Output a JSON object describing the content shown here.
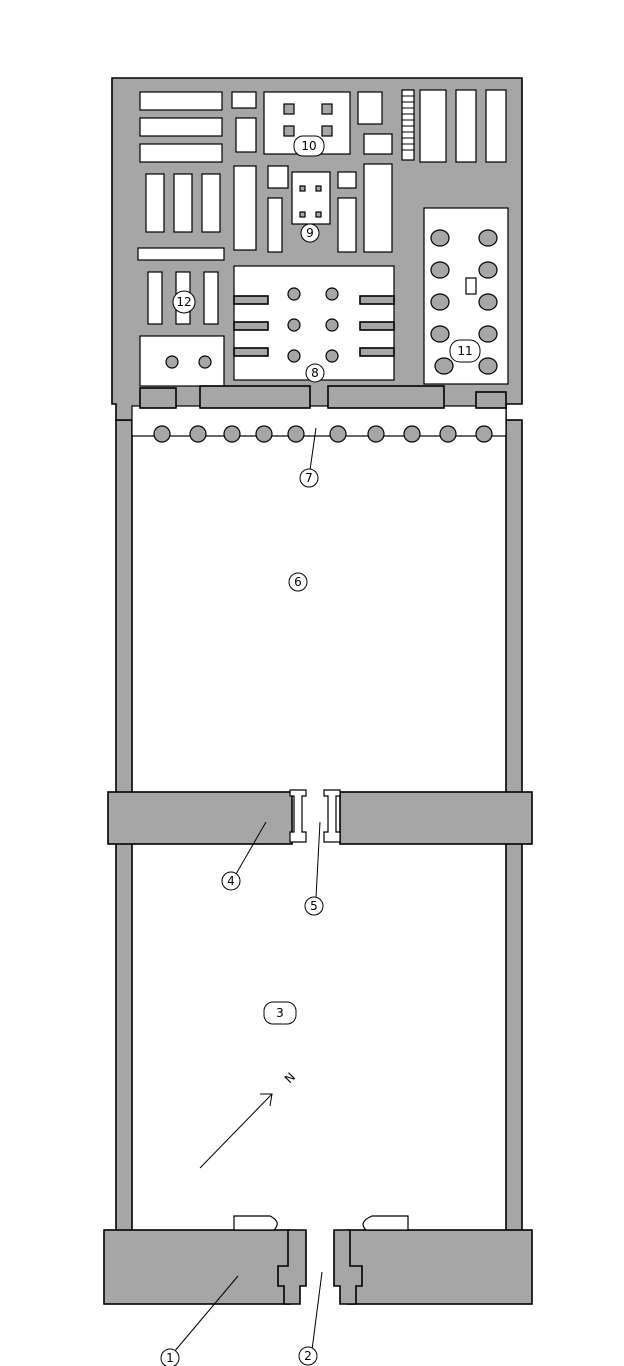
{
  "labels": {
    "l1": "1",
    "l2": "2",
    "l3": "3",
    "l4": "4",
    "l5": "5",
    "l6": "6",
    "l7": "7",
    "l8": "8",
    "l9": "9",
    "l10": "10",
    "l11": "11",
    "l12": "12"
  },
  "north_marker": "N",
  "colors": {
    "wall": "#a6a6a6",
    "line": "#000000",
    "background": "#ffffff"
  }
}
